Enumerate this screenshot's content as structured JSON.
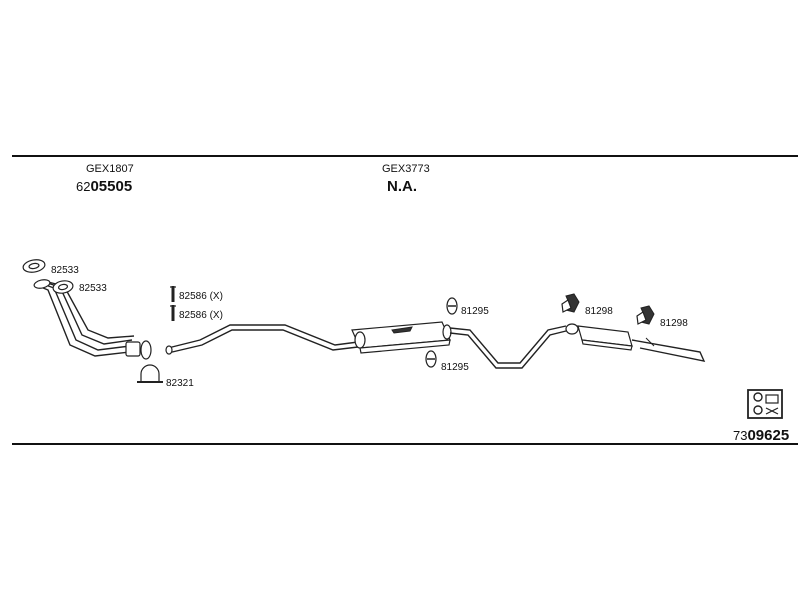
{
  "header": {
    "left": {
      "code": "GEX1807",
      "number_prefix": "62",
      "number_main": "05505"
    },
    "center": {
      "code": "GEX3773",
      "value": "N.A."
    }
  },
  "parts": {
    "gasket_upper": "82533",
    "gasket_lower": "82533",
    "clamp_upper": "82586 (X)",
    "clamp_lower": "82586 (X)",
    "u_clamp": "82321",
    "ring_upper": "81295",
    "ring_lower": "81295",
    "rubber_left": "81298",
    "rubber_right": "81298"
  },
  "footer": {
    "number_prefix": "73",
    "number_main": "09625"
  },
  "icons": [
    "gasket-icon",
    "clamp-icon",
    "u-clamp-icon",
    "rubber-ring-icon",
    "rubber-mount-icon",
    "catalog-icon"
  ]
}
